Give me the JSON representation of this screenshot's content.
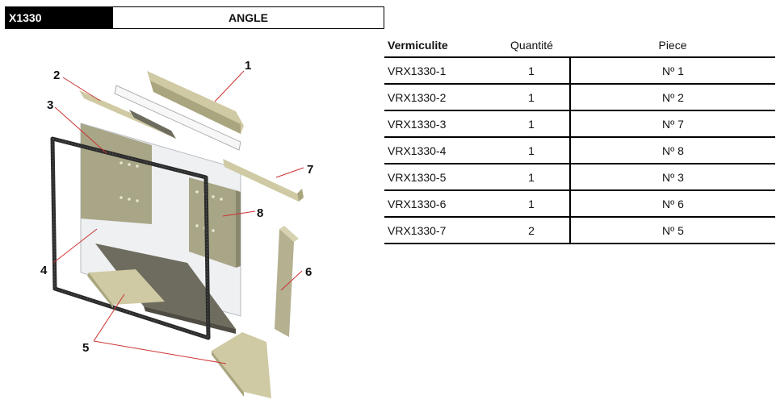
{
  "header": {
    "code": "X1330",
    "title": "ANGLE"
  },
  "table": {
    "columns": [
      "Vermiculite",
      "Quantité",
      "Piece"
    ],
    "rows": [
      [
        "VRX1330-1",
        "1",
        "Nº 1"
      ],
      [
        "VRX1330-2",
        "1",
        "Nº 2"
      ],
      [
        "VRX1330-3",
        "1",
        "Nº 7"
      ],
      [
        "VRX1330-4",
        "1",
        "Nº 8"
      ],
      [
        "VRX1330-5",
        "1",
        "Nº 3"
      ],
      [
        "VRX1330-6",
        "1",
        "Nº 6"
      ],
      [
        "VRX1330-7",
        "2",
        "Nº 5"
      ]
    ]
  },
  "diagram": {
    "callouts": [
      "1",
      "2",
      "3",
      "4",
      "5",
      "6",
      "7",
      "8"
    ],
    "colors": {
      "vermiculite": "#cfcaa3",
      "vermiculite_shade": "#a9a57e",
      "gasket": "#2b2b2b",
      "glass": "#eef0f2",
      "leader": "#cc3333"
    }
  }
}
